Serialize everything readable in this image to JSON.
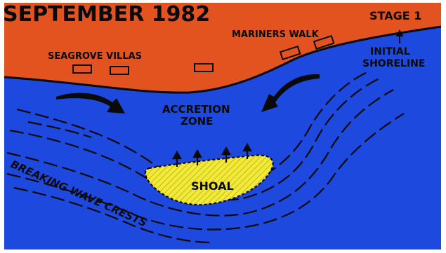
{
  "diagram": {
    "title": "SEPTEMBER 1982",
    "stage": "STAGE 1",
    "labels": {
      "seagrove": "SEAGROVE VILLAS",
      "mariners": "MARINERS WALK",
      "initial": "INITIAL",
      "shoreline": "SHORELINE",
      "accretion": "ACCRETION",
      "zone": "ZONE",
      "shoal": "SHOAL",
      "breaking": "BREAKING WAVE CRESTS"
    },
    "colors": {
      "land": "#e3531f",
      "sea": "#1e49df",
      "shoal": "#f2ea3a",
      "ink": "#0a0a0a",
      "frame": "#ffffff"
    }
  }
}
